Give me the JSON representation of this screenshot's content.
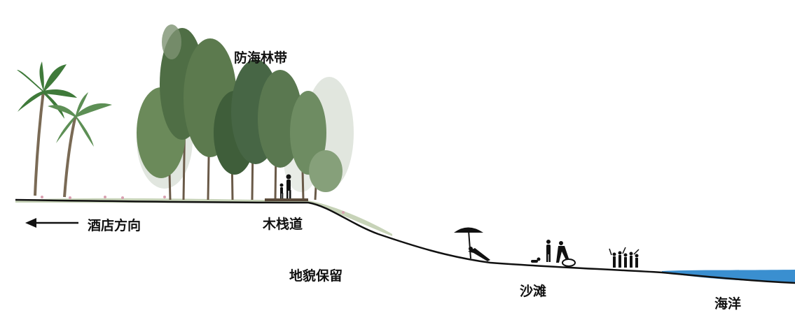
{
  "labels": {
    "forest_belt": "防海林带",
    "hotel_direction": "酒店方向",
    "boardwalk": "木栈道",
    "landform_preserved": "地貌保留",
    "beach": "沙滩",
    "ocean": "海洋"
  },
  "icons": [
    "palm-tree-icon",
    "tree-icon",
    "person-icon",
    "umbrella-icon",
    "arrow-left-icon"
  ],
  "colors": {
    "ground_line": "#111111",
    "sea": "#3a8fd0",
    "foliage_dark": "#3f5e3a",
    "foliage_mid": "#6b8a5a",
    "foliage_light": "#a9b8a0",
    "grass": "#b9c8a6"
  }
}
